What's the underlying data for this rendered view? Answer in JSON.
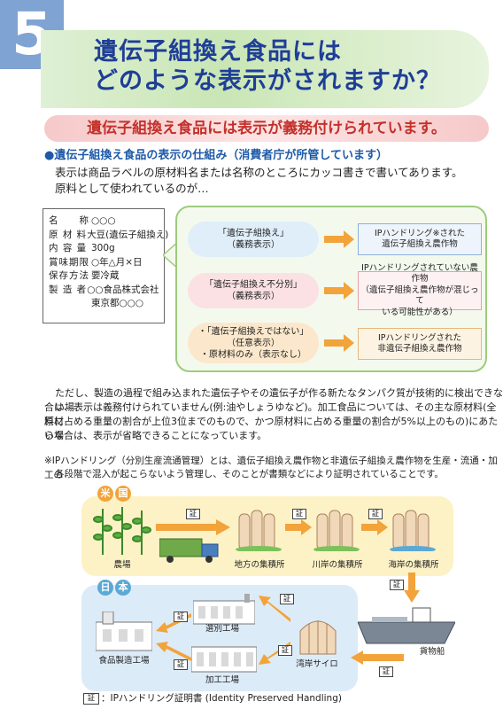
{
  "badge": {
    "number": "5"
  },
  "title": {
    "line1": "遺伝子組換え食品には",
    "line2": "どのような表示がされますか？"
  },
  "subtitle": "遺伝子組換え食品には表示が義務付けられています。",
  "section": {
    "heading": "●遺伝子組換え食品の表示の仕組み（消費者庁が所管しています）",
    "line1": "表示は商品ラベルの原材料名または名称のところにカッコ書きで書いてあります。",
    "line2": "原料として使われているのが…"
  },
  "label": {
    "rows": [
      {
        "k": "名　　称",
        "v": "○○○"
      },
      {
        "k": "原 材 料",
        "v": "大豆(遺伝子組換え)"
      },
      {
        "k": "内 容 量",
        "v": "300g"
      },
      {
        "k": "賞味期限",
        "v": "○年△月×日"
      },
      {
        "k": "保存方法",
        "v": "要冷蔵"
      },
      {
        "k": "製 造 者",
        "v": "○○食品株式会社"
      },
      {
        "k": "",
        "v": "東京都○○○"
      }
    ]
  },
  "diagram": {
    "items": [
      {
        "oval1": "「遺伝子組換え」",
        "oval2": "（義務表示）",
        "oval3": "",
        "box1": "IPハンドリング※された",
        "box2": "遺伝子組換え農作物",
        "box3": "",
        "color": "#dfeef9"
      },
      {
        "oval1": "「遺伝子組換え不分別」",
        "oval2": "（義務表示）",
        "oval3": "",
        "box1": "IPハンドリングされていない農作物",
        "box2": "（遺伝子組換え農作物が混じって",
        "box3": "いる可能性がある）",
        "color": "#fbe1e4"
      },
      {
        "oval1": "・「遺伝子組換えではない」",
        "oval2": "（任意表示）",
        "oval3": "・原材料のみ（表示なし）",
        "box1": "IPハンドリングされた",
        "box2": "非遺伝子組換え農作物",
        "box3": "",
        "color": "#fbe8cc"
      }
    ]
  },
  "note1": {
    "line1": "ただし、製造の過程で組み込まれた遺伝子やその遺伝子が作る新たなタンパク質が技術的に検出できない場",
    "line2": "合は、表示は義務付けられていません(例:油やしょうゆなど)。加工食品については、その主な原材料(全原材",
    "line3": "料に占める重量の割合が上位3位までのもので、かつ原材料に占める重量の割合が5%以上のもの)にあたらな",
    "line4": "い場合は、表示が省略できることになっています。"
  },
  "note2": {
    "line1": "※IPハンドリング（分別生産流通管理）とは、遺伝子組換え農作物と非遺伝子組換え農作物を生産・流通・加工の",
    "line2": "各段階で混入が起こらないよう管理し、そのことが書類などにより証明されていることです。"
  },
  "flow": {
    "usa": [
      "米",
      "国"
    ],
    "japan": [
      "日",
      "本"
    ],
    "cert": "証",
    "top_places": [
      "農場",
      "地方の集積所",
      "川岸の集積所",
      "海岸の集積所"
    ],
    "ship": "貨物船",
    "bottom_places": [
      "選別工場",
      "食品製造工場",
      "加工工場",
      "湾岸サイロ"
    ]
  },
  "legend": "：IPハンドリング証明書 (Identity Preserved Handling)",
  "colors": {
    "title": "#1f3e97",
    "subtitle": "#c4302a",
    "section": "#1e5aa8",
    "arrow": "#f2a33a"
  }
}
